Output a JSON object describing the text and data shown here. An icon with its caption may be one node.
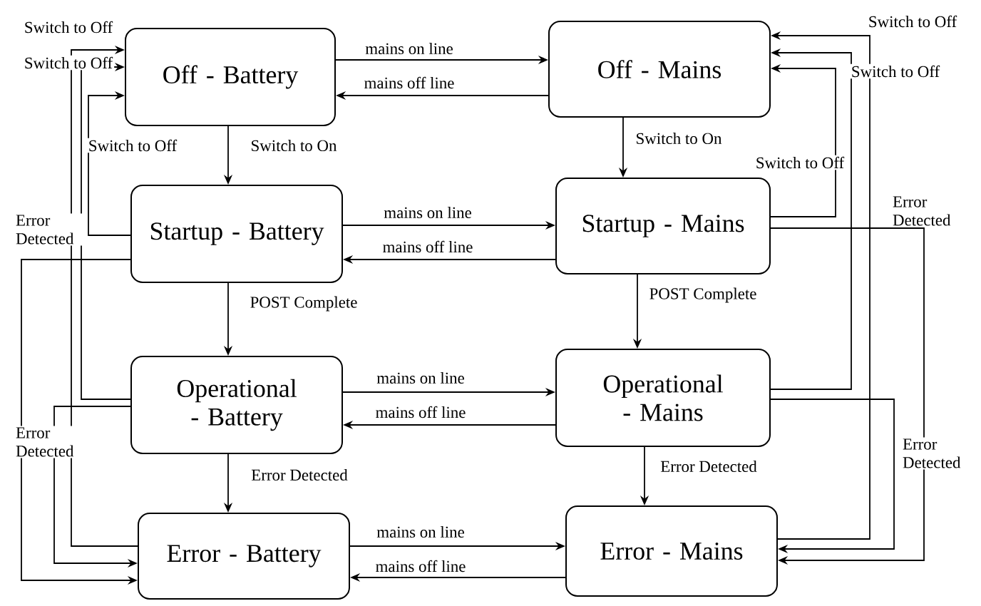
{
  "diagram": {
    "nodes": [
      {
        "text": [
          "Off - Battery"
        ]
      },
      {
        "text": [
          "Off - Mains"
        ]
      },
      {
        "text": [
          "Startup - Battery"
        ]
      },
      {
        "text": [
          "Startup - Mains"
        ]
      },
      {
        "text": [
          "Operational - Battery"
        ]
      },
      {
        "text": [
          "Operational - Mains"
        ]
      },
      {
        "text": [
          "Error - Battery"
        ]
      },
      {
        "text": [
          "Error - Mains"
        ]
      }
    ],
    "edges": [
      {
        "from": 0,
        "to": 1,
        "arrow": "to",
        "label": "mains on line"
      },
      {
        "from": 1,
        "to": 0,
        "arrow": "to",
        "label": "mains off line"
      },
      {
        "from": 2,
        "to": 3,
        "arrow": "to",
        "label": "mains on line"
      },
      {
        "from": 3,
        "to": 2,
        "arrow": "to",
        "label": "mains off line"
      },
      {
        "from": 4,
        "to": 5,
        "arrow": "to",
        "label": "mains on line"
      },
      {
        "from": 5,
        "to": 4,
        "arrow": "to",
        "label": "mains off line"
      },
      {
        "from": 6,
        "to": 7,
        "arrow": "to",
        "label": "mains on line"
      },
      {
        "from": 7,
        "to": 6,
        "arrow": "to",
        "label": "mains off line"
      },
      {
        "from": 0,
        "to": 2,
        "arrow": "to",
        "label": "Switch to On"
      },
      {
        "from": 2,
        "to": 4,
        "arrow": "to",
        "label": "POST Complete"
      },
      {
        "from": 4,
        "to": 6,
        "arrow": "to",
        "label": "Error Detected"
      },
      {
        "from": 1,
        "to": 3,
        "arrow": "to",
        "label": "Switch to On"
      },
      {
        "from": 3,
        "to": 5,
        "arrow": "to",
        "label": "POST Complete"
      },
      {
        "from": 5,
        "to": 7,
        "arrow": "to",
        "label": "Error Detected"
      },
      {
        "from": 6,
        "to": 0,
        "arrow": "to",
        "label": "Switch to Off"
      },
      {
        "from": 4,
        "to": 0,
        "arrow": "to",
        "label": "Switch to Off"
      },
      {
        "from": 2,
        "to": 0,
        "arrow": "to",
        "label": "Switch to Off"
      },
      {
        "from": 2,
        "to": 6,
        "arrow": "to",
        "label": "Error Detected"
      },
      {
        "from": 4,
        "to": 6,
        "arrow": "to",
        "label": "Error Detected"
      },
      {
        "from": 7,
        "to": 1,
        "arrow": "to",
        "label": "Switch to Off"
      },
      {
        "from": 5,
        "to": 1,
        "arrow": "to",
        "label": "Switch to Off"
      },
      {
        "from": 3,
        "to": 1,
        "arrow": "to",
        "label": "Switch to Off"
      },
      {
        "from": 3,
        "to": 7,
        "arrow": "to",
        "label": "Error Detected"
      },
      {
        "from": 5,
        "to": 7,
        "arrow": "to",
        "label": "Error Detected"
      }
    ]
  }
}
